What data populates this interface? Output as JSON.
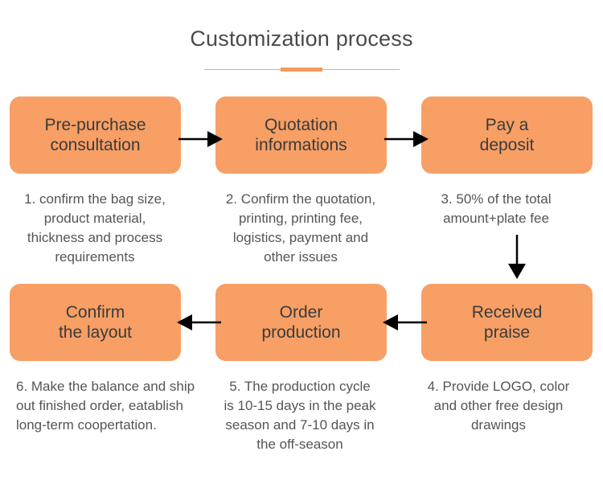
{
  "title": "Customization process",
  "colors": {
    "accent": "#f79f65",
    "text": "#3b3b3b",
    "desc": "#555555",
    "arrow": "#000000"
  },
  "steps": [
    {
      "label": "Pre-purchase\nconsultation",
      "desc": "1. confirm the bag size,\nproduct material,\nthickness and process\nrequirements"
    },
    {
      "label": "Quotation\ninformations",
      "desc": "2. Confirm the quotation,\nprinting, printing fee,\nlogistics, payment and\nother issues"
    },
    {
      "label": "Pay a\ndeposit",
      "desc": "3. 50% of the total\namount+plate fee"
    },
    {
      "label": "Received\npraise",
      "desc": "4. Provide LOGO, color\nand other free design\ndrawings"
    },
    {
      "label": "Order\nproduction",
      "desc": "5. The production cycle\nis 10-15 days in the peak\nseason and 7-10 days in\nthe off-season"
    },
    {
      "label": "Confirm\nthe layout",
      "desc": "6. Make the balance and ship\nout finished order, eatablish\nlong-term coopertation."
    }
  ],
  "arrows": [
    {
      "from": 1,
      "to": 2,
      "direction": "right"
    },
    {
      "from": 2,
      "to": 3,
      "direction": "right"
    },
    {
      "from": 3,
      "to": 4,
      "direction": "down"
    },
    {
      "from": 4,
      "to": 5,
      "direction": "left"
    },
    {
      "from": 5,
      "to": 6,
      "direction": "left"
    }
  ]
}
